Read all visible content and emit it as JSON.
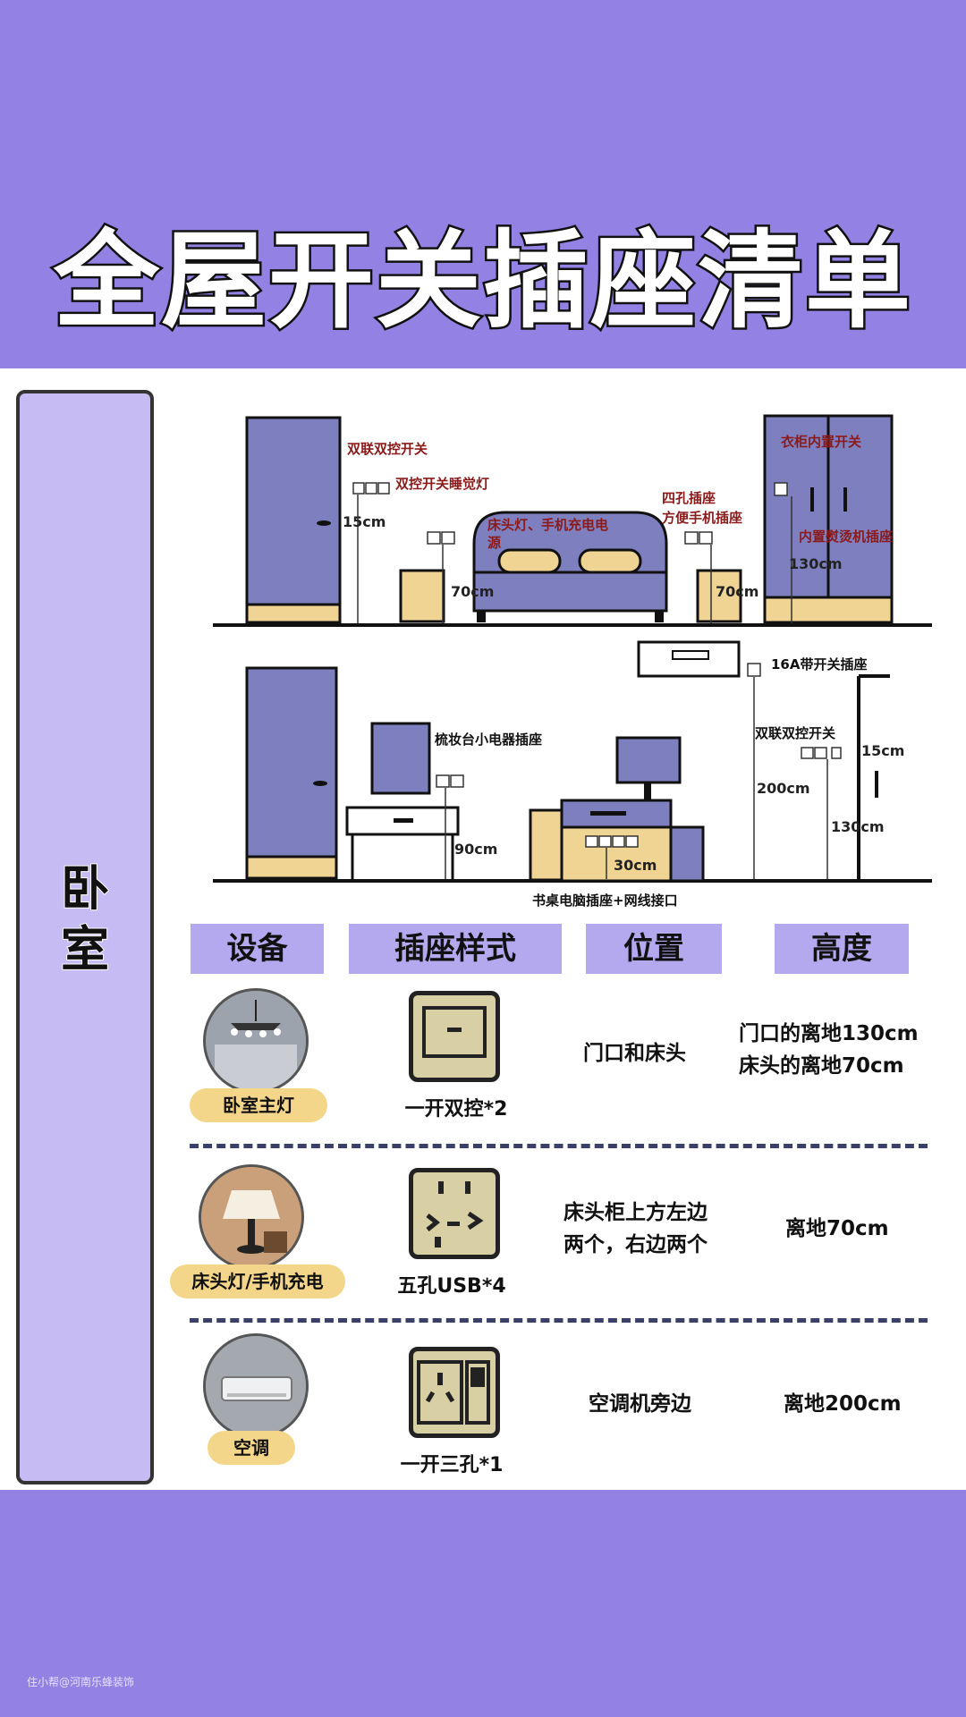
{
  "title": "全屋开关插座清单",
  "room": "卧室",
  "diagram_top": {
    "label_double_switch": "双联双控开关",
    "label_sleep_light": "双控开关睡觉灯",
    "label_bedside": "床头灯、手机充电电源",
    "label_four_hole": "四孔插座",
    "label_phone": "方便手机插座",
    "label_wardrobe_switch": "衣柜内置开关",
    "label_iron": "内置熨烫机插座",
    "dim_15": "15cm",
    "dim_70_left": "70cm",
    "dim_70_right": "70cm",
    "dim_130": "130cm"
  },
  "diagram_bottom": {
    "label_16a": "16A带开关插座",
    "label_vanity": "梳妆台小电器插座",
    "label_double_switch": "双联双控开关",
    "label_desk": "书桌电脑插座+网线接口",
    "dim_15": "15cm",
    "dim_200": "200cm",
    "dim_130": "130cm",
    "dim_90": "90cm",
    "dim_30": "30cm"
  },
  "headers": [
    "设备",
    "插座样式",
    "位置",
    "高度"
  ],
  "rows": [
    {
      "device": "卧室主灯",
      "style": "一开双控*2",
      "location": "门口和床头",
      "height1": "门口的离地130cm",
      "height2": "床头的离地70cm"
    },
    {
      "device": "床头灯/手机充电",
      "style": "五孔USB*4",
      "location": "床头柜上方左边两个，右边两个",
      "location1": "床头柜上方左边",
      "location2": "两个，右边两个",
      "height1": "离地70cm"
    },
    {
      "device": "空调",
      "style": "一开三孔*1",
      "location": "空调机旁边",
      "height1": "离地200cm"
    }
  ],
  "watermark": "住小帮@河南乐蜂装饰",
  "colors": {
    "bg": "#9381e3",
    "furniture": "#7d7fbf",
    "wood": "#f0d493",
    "header": "#b4a8ee",
    "socket": "#d9cfa4"
  }
}
